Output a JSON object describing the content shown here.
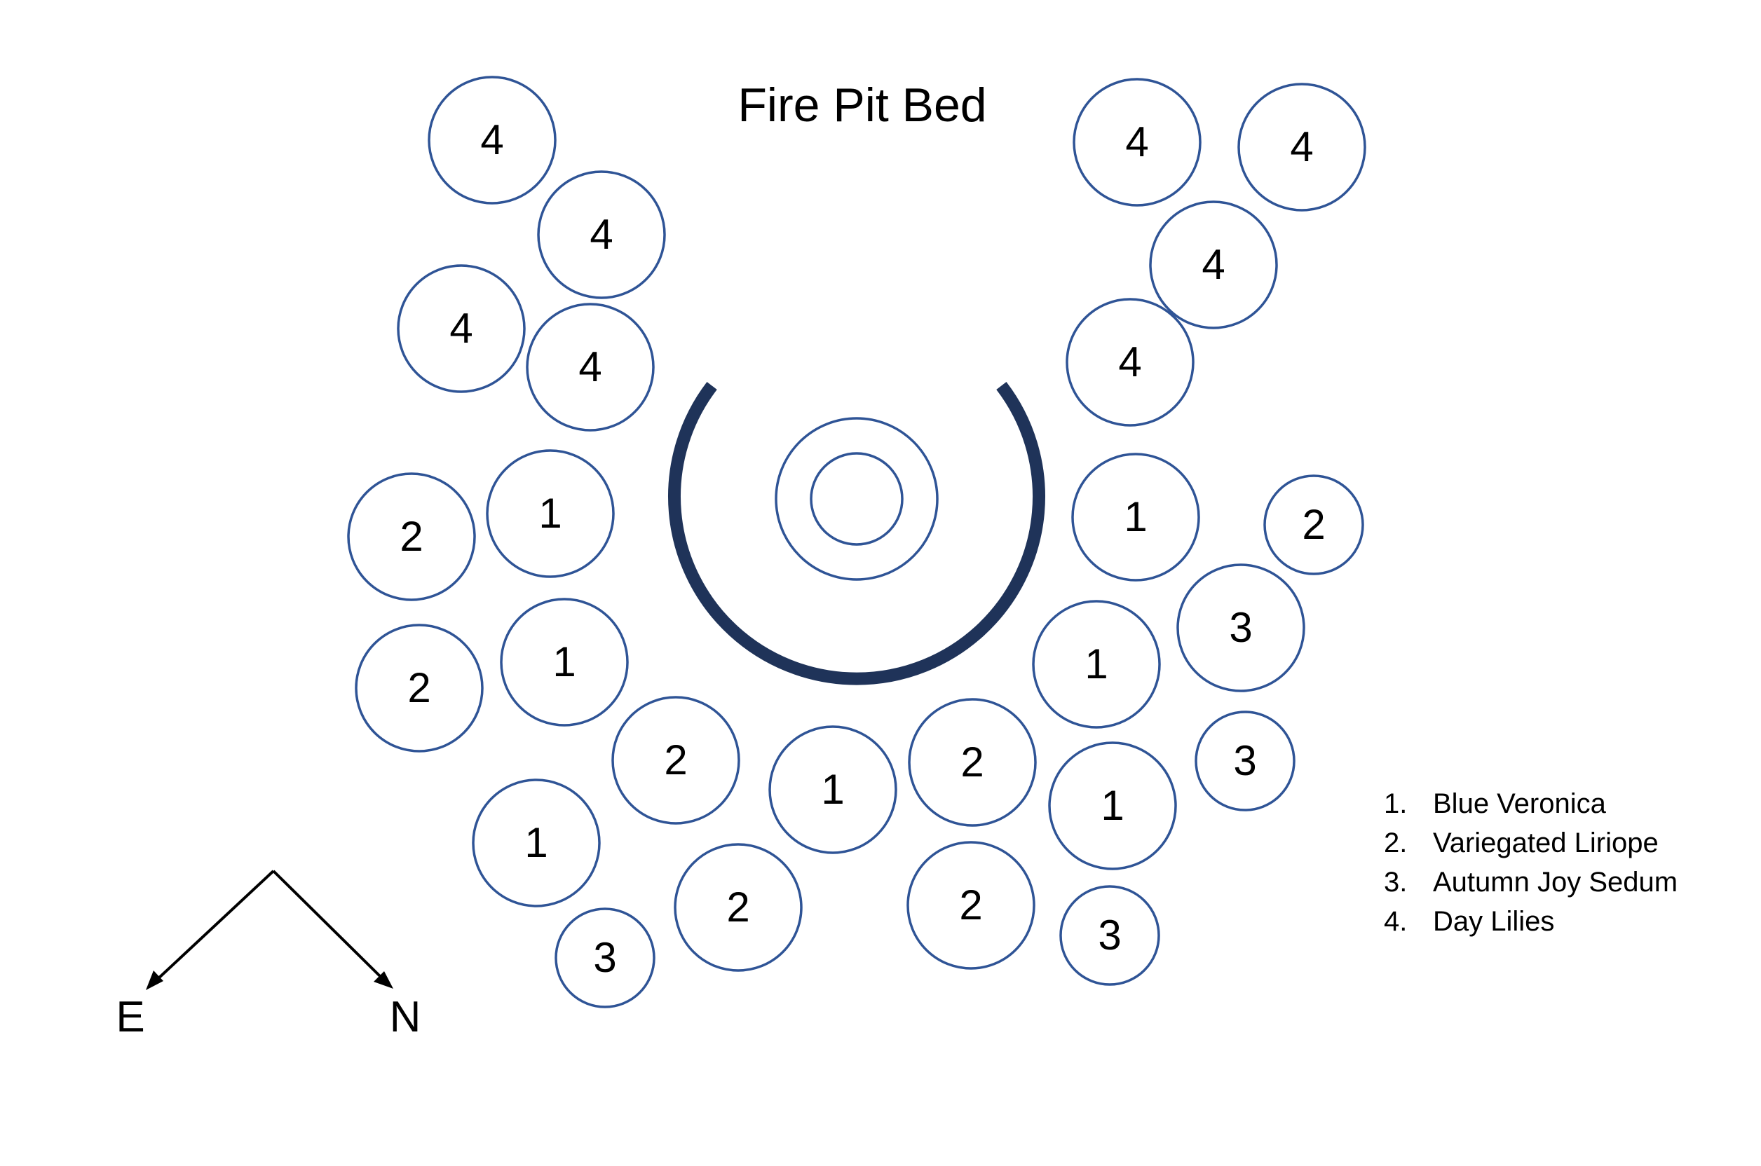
{
  "title": "Fire Pit Bed",
  "plants": [
    {
      "id": "4"
    },
    {
      "id": "4"
    },
    {
      "id": "4"
    },
    {
      "id": "4"
    },
    {
      "id": "4"
    },
    {
      "id": "4"
    },
    {
      "id": "4"
    },
    {
      "id": "4"
    },
    {
      "id": "1"
    },
    {
      "id": "2"
    },
    {
      "id": "1"
    },
    {
      "id": "2"
    },
    {
      "id": "1"
    },
    {
      "id": "2"
    },
    {
      "id": "3"
    },
    {
      "id": "1"
    },
    {
      "id": "2"
    },
    {
      "id": "1"
    },
    {
      "id": "2"
    },
    {
      "id": "1"
    },
    {
      "id": "3"
    },
    {
      "id": "1"
    },
    {
      "id": "2"
    },
    {
      "id": "3"
    },
    {
      "id": "2"
    },
    {
      "id": "3"
    }
  ],
  "compass": {
    "left_label": "E",
    "right_label": "N"
  },
  "legend": {
    "items": [
      {
        "number": "1.",
        "name": "Blue Veronica"
      },
      {
        "number": "2.",
        "name": "Variegated Liriope"
      },
      {
        "number": "3.",
        "name": "Autumn Joy Sedum"
      },
      {
        "number": "4.",
        "name": "Day Lilies"
      }
    ]
  },
  "colors": {
    "circle_stroke": "#2F5496",
    "fire_pit_arc": "#1F3359"
  }
}
